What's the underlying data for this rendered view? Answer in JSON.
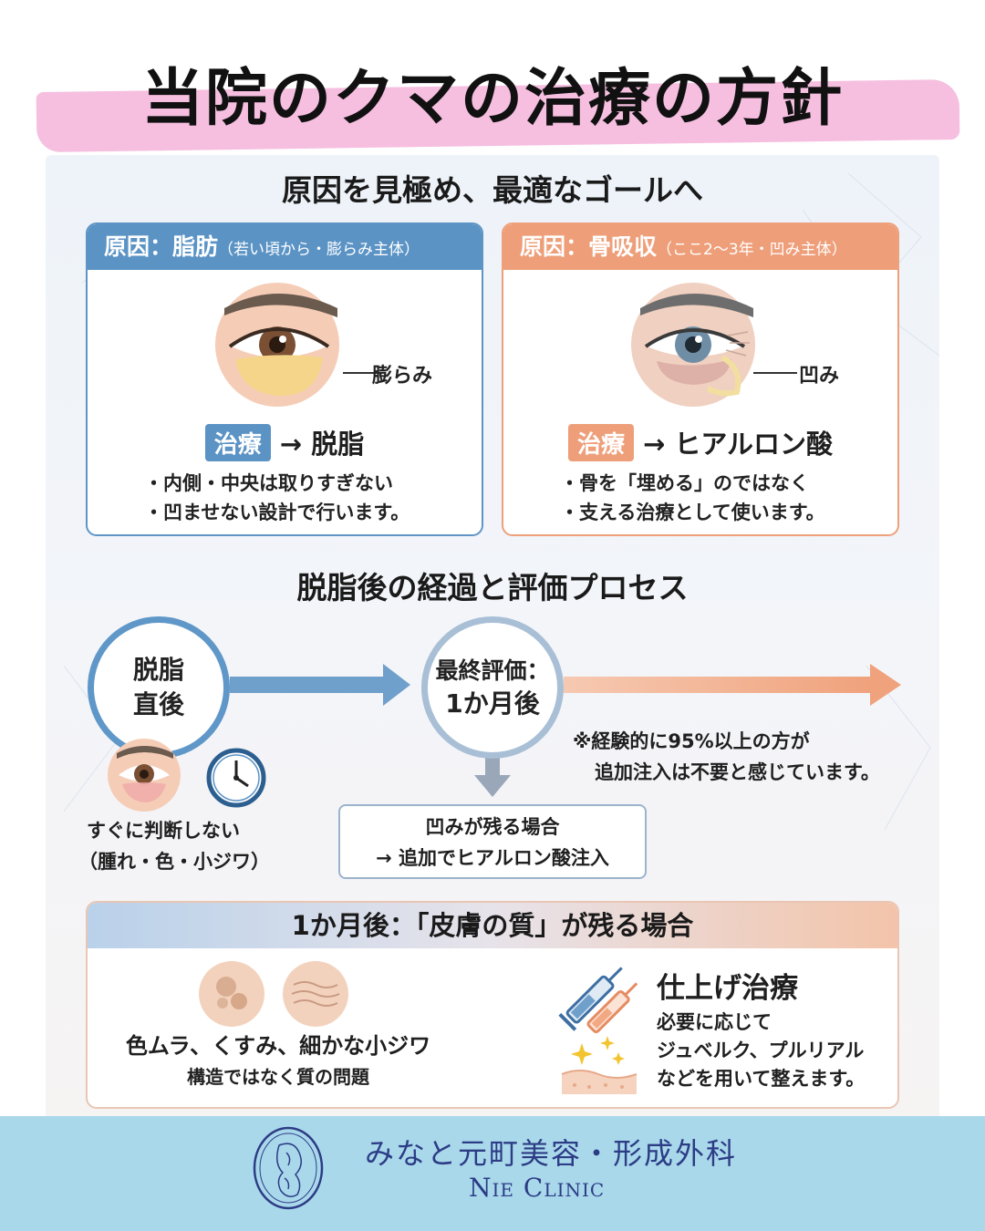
{
  "title": "当院のクマの治療の方針",
  "section1": {
    "heading": "原因を見極め、最適なゴールへ",
    "cards": [
      {
        "header_main": "原因：脂肪",
        "header_sub": "（若い頃から・膨らみ主体）",
        "eye_label": "膨らみ",
        "treat_badge": "治療",
        "treat_value": "→ 脱脂",
        "bullets": [
          "・内側・中央は取りすぎない",
          "・凹ませない設計で行います。"
        ]
      },
      {
        "header_main": "原因：骨吸収",
        "header_sub": "（ここ2〜3年・凹み主体）",
        "eye_label": "凹み",
        "treat_badge": "治療",
        "treat_value": "→ ヒアルロン酸",
        "bullets": [
          "・骨を「埋める」のではなく",
          "・支える治療として使います。"
        ]
      }
    ]
  },
  "section2": {
    "heading": "脱脂後の経過と評価プロセス",
    "start_circle": [
      "脱脂",
      "直後"
    ],
    "final_circle": [
      "最終評価：",
      "1か月後"
    ],
    "note": [
      "※経験的に95%以上の方が",
      "追加注入は不要と感じています。"
    ],
    "remain_box": [
      "凹みが残る場合",
      "→ 追加でヒアルロン酸注入"
    ],
    "left_caption": [
      "すぐに判断しない",
      "（腫れ・色・小ジワ）"
    ]
  },
  "section3": {
    "heading": "1か月後：「皮膚の質」が残る場合",
    "left_line1": "色ムラ、くすみ、細かな小ジワ",
    "left_line2": "構造ではなく質の問題",
    "finish_title": "仕上げ治療",
    "finish_desc": [
      "必要に応じて",
      "ジュベルク、プルリアル",
      "などを用いて整えます。"
    ]
  },
  "footer": {
    "clinic_name": "みなと元町美容・形成外科",
    "clinic_en": "Nie Clinic"
  },
  "colors": {
    "blue": "#5b93c5",
    "orange": "#ee9f7a",
    "title_brush": "#f6bfe0",
    "footer_bg": "#a9d8eb",
    "footer_text": "#2c3c85"
  },
  "icons": [
    "eye-fat-icon",
    "eye-bone-icon",
    "clock-icon",
    "skin-spots-icon",
    "skin-wrinkle-icon",
    "syringe-icon",
    "sparkle-icon",
    "skin-layer-icon",
    "clinic-logo-icon"
  ]
}
